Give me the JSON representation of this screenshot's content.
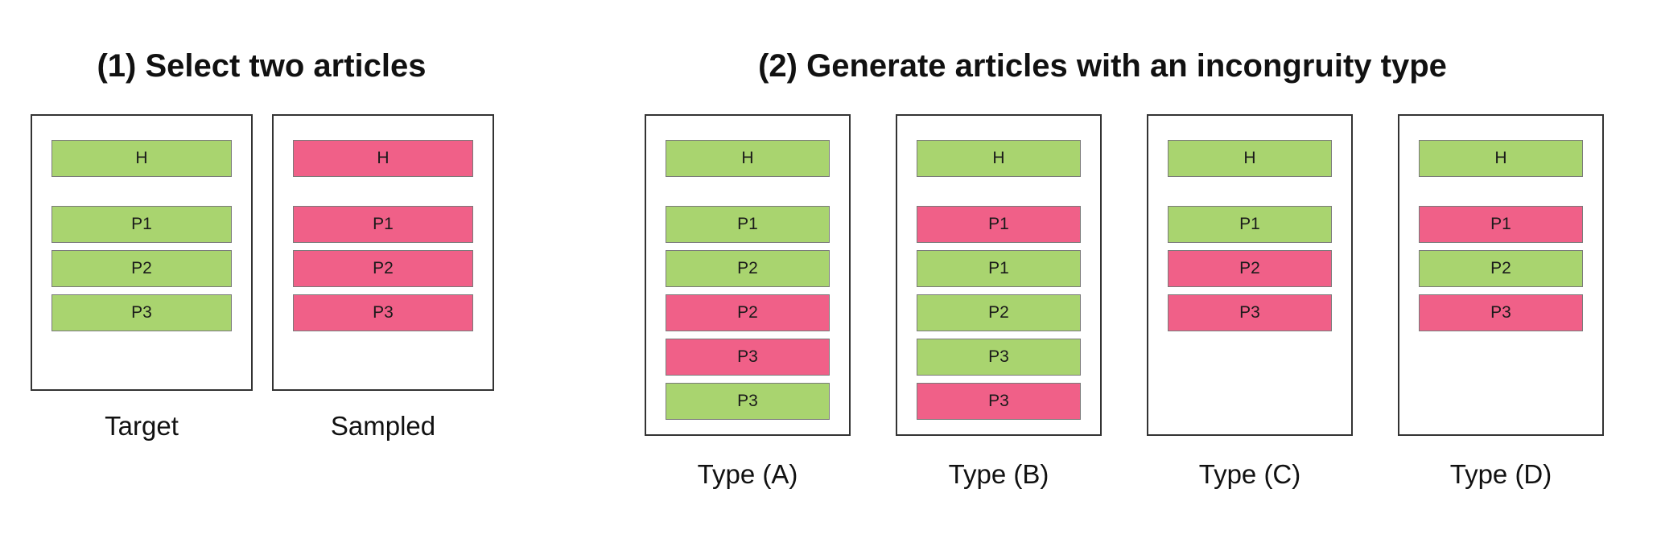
{
  "section1": {
    "title": "(1) Select two articles",
    "articles": [
      {
        "caption": "Target",
        "blocks": [
          {
            "label": "H",
            "color": "green"
          },
          {
            "label": "P1",
            "color": "green"
          },
          {
            "label": "P2",
            "color": "green"
          },
          {
            "label": "P3",
            "color": "green"
          }
        ]
      },
      {
        "caption": "Sampled",
        "blocks": [
          {
            "label": "H",
            "color": "pink"
          },
          {
            "label": "P1",
            "color": "pink"
          },
          {
            "label": "P2",
            "color": "pink"
          },
          {
            "label": "P3",
            "color": "pink"
          }
        ]
      }
    ]
  },
  "section2": {
    "title": "(2) Generate articles with an incongruity type",
    "articles": [
      {
        "caption": "Type (A)",
        "blocks": [
          {
            "label": "H",
            "color": "green"
          },
          {
            "label": "P1",
            "color": "green"
          },
          {
            "label": "P2",
            "color": "green"
          },
          {
            "label": "P2",
            "color": "pink"
          },
          {
            "label": "P3",
            "color": "pink"
          },
          {
            "label": "P3",
            "color": "green"
          }
        ]
      },
      {
        "caption": "Type (B)",
        "blocks": [
          {
            "label": "H",
            "color": "green"
          },
          {
            "label": "P1",
            "color": "pink"
          },
          {
            "label": "P1",
            "color": "green"
          },
          {
            "label": "P2",
            "color": "green"
          },
          {
            "label": "P3",
            "color": "green"
          },
          {
            "label": "P3",
            "color": "pink"
          }
        ]
      },
      {
        "caption": "Type (C)",
        "blocks": [
          {
            "label": "H",
            "color": "green"
          },
          {
            "label": "P1",
            "color": "green"
          },
          {
            "label": "P2",
            "color": "pink"
          },
          {
            "label": "P3",
            "color": "pink"
          }
        ]
      },
      {
        "caption": "Type (D)",
        "blocks": [
          {
            "label": "H",
            "color": "green"
          },
          {
            "label": "P1",
            "color": "pink"
          },
          {
            "label": "P2",
            "color": "green"
          },
          {
            "label": "P3",
            "color": "pink"
          }
        ]
      }
    ]
  },
  "colors": {
    "green": "#a9d46f",
    "pink": "#f06088",
    "border": "#333333"
  }
}
